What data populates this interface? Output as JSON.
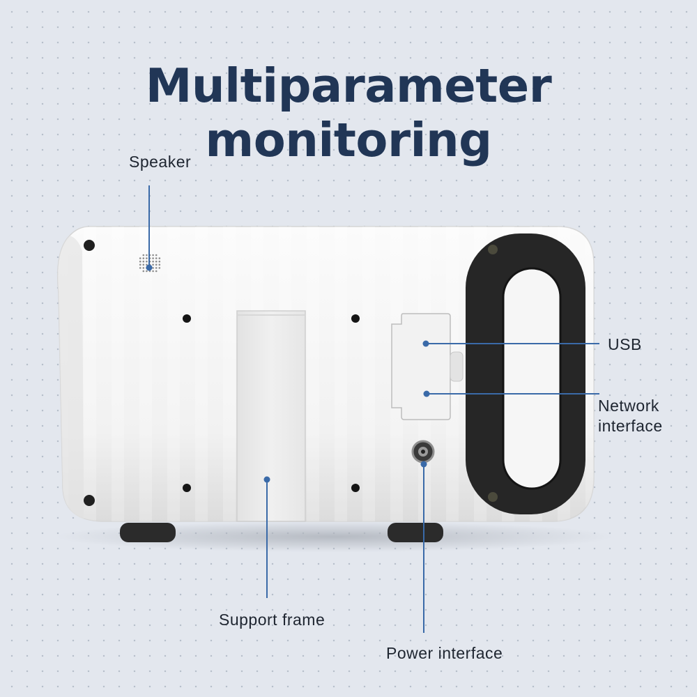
{
  "title": "Multiparameter monitoring",
  "labels": {
    "speaker": "Speaker",
    "usb": "USB",
    "network_line1": "Network",
    "network_line2": "interface",
    "support_frame": "Support frame",
    "power_interface": "Power interface"
  },
  "colors": {
    "background": "#e3e7ee",
    "title": "#213656",
    "callout": "#3a6aa8",
    "device_body": "#f4f4f4",
    "handle": "#262626"
  },
  "icons": {
    "device": "monitor-rear-view-illustration"
  }
}
